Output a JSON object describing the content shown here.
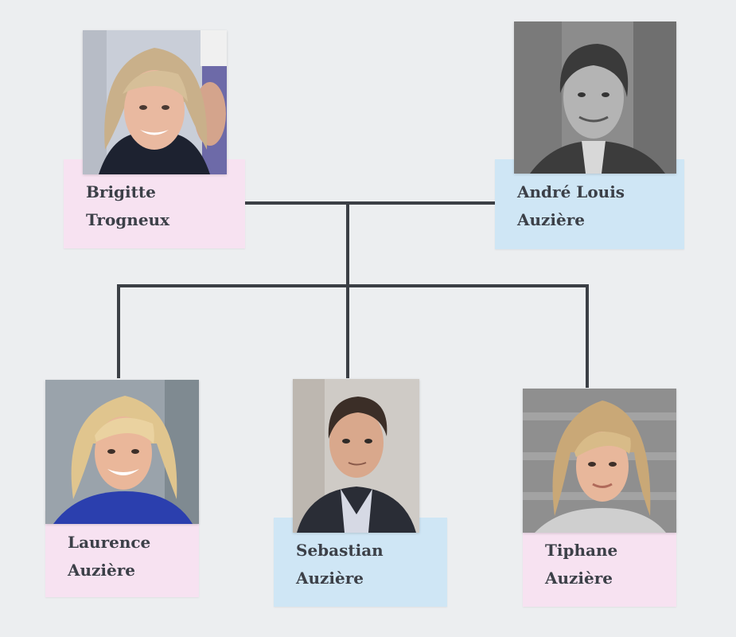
{
  "parents": [
    {
      "id": "brigitte",
      "first": "Brigitte",
      "last": "Trogneux",
      "box_color": "#f7e2f1",
      "photo_icon": "woman-blonde-portrait-photo"
    },
    {
      "id": "andre",
      "first": "André Louis",
      "last": "Auzière",
      "box_color": "#cfe6f5",
      "photo_icon": "man-grayscale-portrait-photo"
    }
  ],
  "children": [
    {
      "id": "laurence",
      "first": "Laurence",
      "last": "Auzière",
      "box_color": "#f7e2f1",
      "photo_icon": "woman-blonde-smiling-photo"
    },
    {
      "id": "sebastian",
      "first": "Sebastian",
      "last": "Auzière",
      "box_color": "#cfe6f5",
      "photo_icon": "man-dark-hair-suit-photo"
    },
    {
      "id": "tiphane",
      "first": "Tiphane",
      "last": "Auzière",
      "box_color": "#f7e2f1",
      "photo_icon": "woman-blonde-curls-photo"
    }
  ],
  "colors": {
    "connector": "#3b3f45",
    "background": "#eceef0"
  }
}
